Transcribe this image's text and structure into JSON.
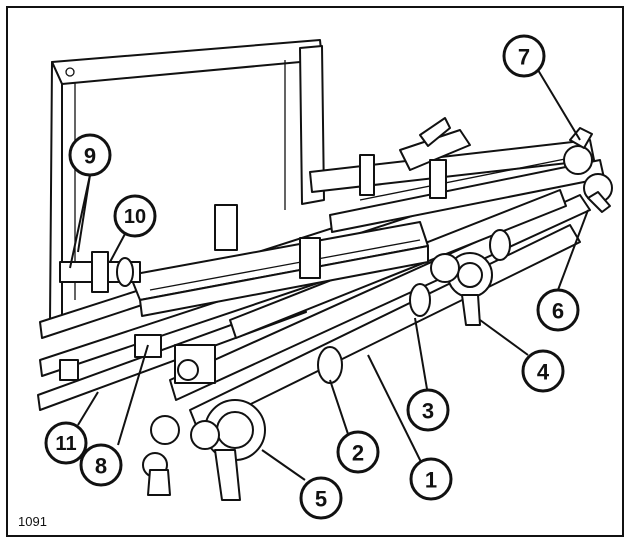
{
  "figure": {
    "number": "1091",
    "callouts": [
      {
        "id": "c1",
        "label": "1"
      },
      {
        "id": "c2",
        "label": "2"
      },
      {
        "id": "c3",
        "label": "3"
      },
      {
        "id": "c4",
        "label": "4"
      },
      {
        "id": "c5",
        "label": "5"
      },
      {
        "id": "c6",
        "label": "6"
      },
      {
        "id": "c7",
        "label": "7"
      },
      {
        "id": "c8",
        "label": "8"
      },
      {
        "id": "c9",
        "label": "9"
      },
      {
        "id": "c10",
        "label": "10"
      },
      {
        "id": "c11",
        "label": "11"
      }
    ]
  }
}
